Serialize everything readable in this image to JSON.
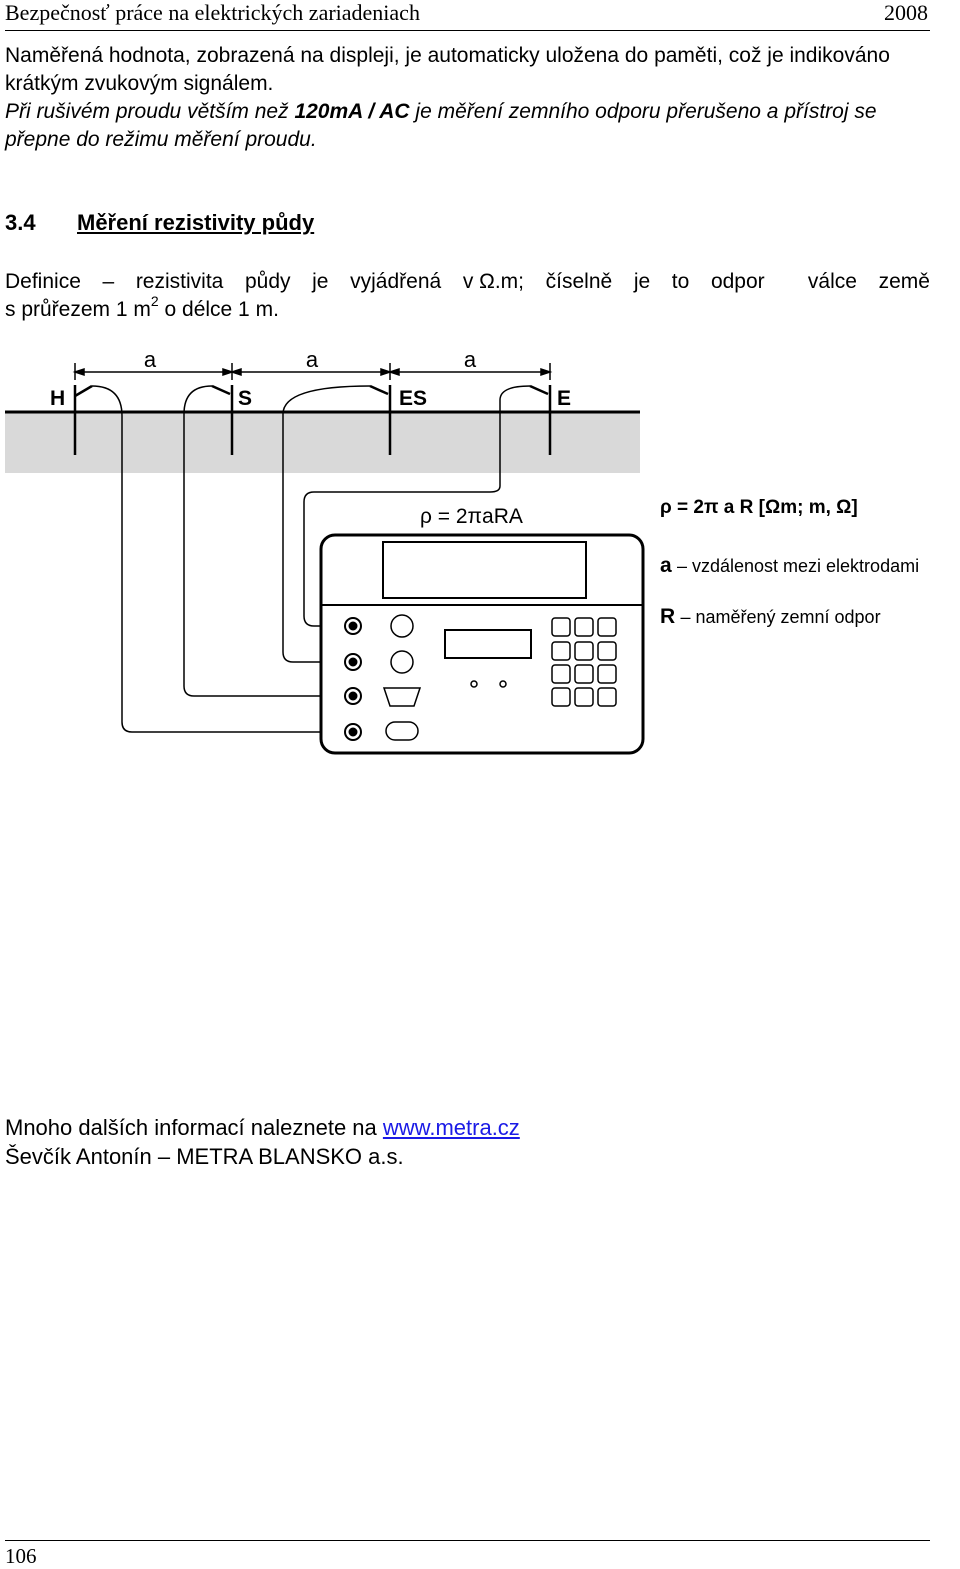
{
  "header": {
    "title": "Bezpečnosť práce na elektrických zariadeniach",
    "year": "2008"
  },
  "paragraph1": "Naměřená hodnota, zobrazená na displeji, je automaticky uložena do paměti, což je indikováno krátkým zvukovým signálem.",
  "paragraph2": {
    "part1": "Při rušivém proudu větším než ",
    "bold": "120mA / AC",
    "part2": "  je měření zemního odporu přerušeno a přístroj se přepne do režimu měření proudu."
  },
  "section": {
    "number": "3.4",
    "title": "Měření rezistivity půdy"
  },
  "definition": {
    "words": [
      "Definice",
      "–",
      "rezistivita",
      "půdy",
      "je",
      "vyjádřená",
      "v Ω.m;",
      "číselně",
      "je",
      "to",
      "odpor",
      "",
      "válce",
      "země"
    ],
    "line2_pre": "s průřezem  1 m",
    "line2_sup": "2",
    "line2_post": "  o délce 1 m."
  },
  "diagram": {
    "spacing_labels": [
      "a",
      "a",
      "a"
    ],
    "electrode_labels": [
      "H",
      "S",
      "ES",
      "E"
    ],
    "formula": "ρ = 2πaRA",
    "ground_color": "#d9d9d9"
  },
  "legend": {
    "formula": "ρ = 2π a R [Ωm; m, Ω]",
    "a_key": "a",
    "a_desc": "– vzdálenost mezi elektrodami",
    "r_key": "R",
    "r_desc": "– naměřený zemní odpor"
  },
  "footer": {
    "info_text": "Mnoho dalších informací naleznete na ",
    "link": "www.metra.cz",
    "author": "Ševčík Antonín – METRA BLANSKO a.s."
  },
  "page_number": "106"
}
